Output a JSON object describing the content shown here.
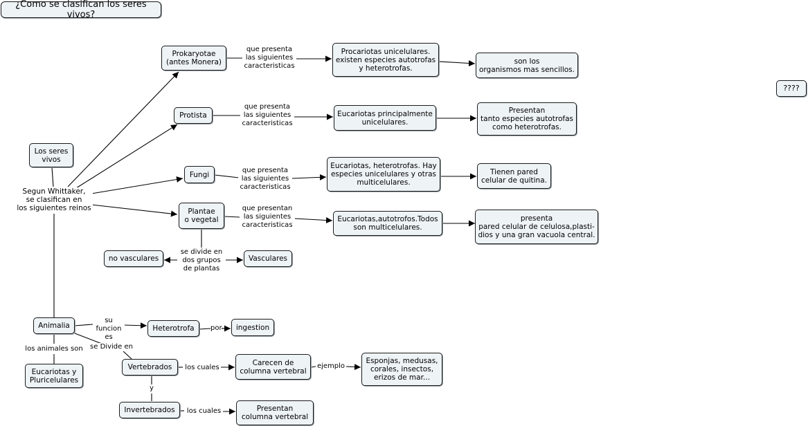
{
  "title": "¿Como se clasifican los seres vivos?",
  "unknown_node": "????",
  "nodes": {
    "seres_vivos": "Los seres\nvivos",
    "whittaker": "Segun Whittaker,\nse clasifican en\nlos siguientes reinos",
    "prokaryotae": "Prokaryotae\n(antes Monera)",
    "protista": "Protista",
    "fungi": "Fungi",
    "plantae": "Plantae\no vegetal",
    "animalia": "Animalia",
    "procariotas": "Procariotas unicelulares.\nexisten especies autotrofas\ny heterotrofas.",
    "sencillos": "son los\norganismos mas sencillos.",
    "eucariotas_uni": "Eucariotas principalmente\nunicelulares.",
    "presentan_tanto": "Presentan\ntanto especies autotrofas\ncomo heterotrofas.",
    "eucariotas_het": "Eucariotas, heterotrofas. Hay\nespecies unicelulares y otras\nmulticelulares.",
    "quitina": "Tienen pared\ncelular de quitina.",
    "eucariotas_auto": "Eucariotas,autotrofos.Todos\nson multicelulares.",
    "celulosa": "presenta\npared celular de celulosa,plasti-\ndios y una gran vacuola central.",
    "no_vasculares": "no vasculares",
    "vasculares": "Vasculares",
    "heterotrofa": "Heterotrofa",
    "ingestion": "ingestion",
    "eucariotas_pluri": "Eucariotas y\nPluricelulares",
    "vertebrados": "Vertebrados",
    "carecen": "Carecen de\ncolumna vertebral",
    "esponjas": "Esponjas, medusas,\ncorales, insectos,\nerizos de mar...",
    "invertebrados": "Invertebrados",
    "presentan_columna": "Presentan\ncolumna vertebral"
  },
  "links": {
    "que_presenta_1": "que presenta\nlas siguientes\ncaracteristicas",
    "que_presenta_2": "que presenta\nlas siguientes\ncaracteristicas",
    "que_presenta_3": "que presenta\nlas siguientes\ncaracteristicas",
    "que_presentan_4": "que presentan\nlas siguientes\ncaracteristicas",
    "se_divide_grupos": "se divide en\ndos grupos\nde plantas",
    "su_funcion": "su\nfuncion es",
    "por": "por",
    "los_animales_son": "los animales son",
    "se_divide_en": "se Divide en",
    "los_cuales_1": "los cuales",
    "ejemplo": "ejemplo",
    "y": "y",
    "los_cuales_2": "los cuales"
  }
}
